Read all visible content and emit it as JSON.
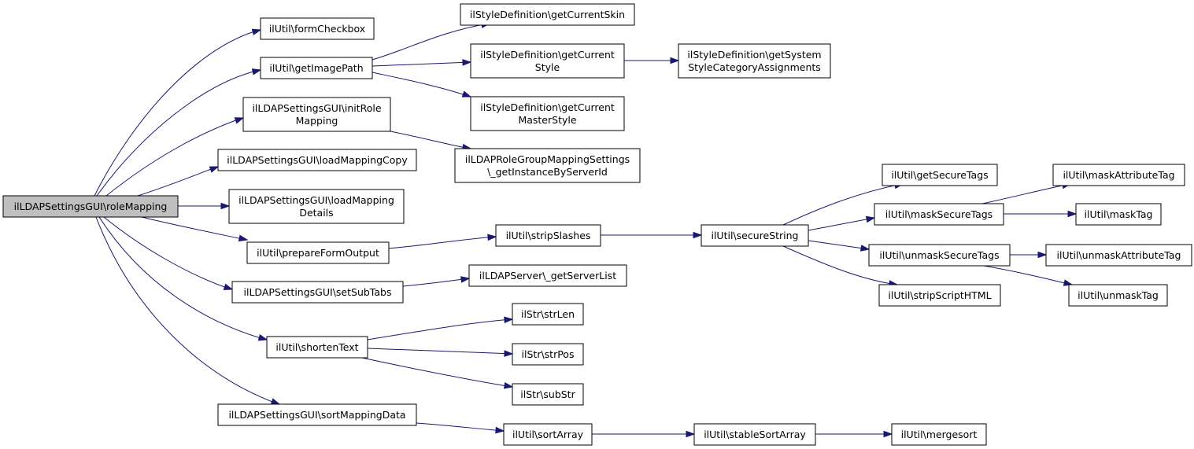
{
  "diagram": {
    "root": "ilLDAPSettingsGUI\\roleMapping",
    "nodes": [
      {
        "id": "root",
        "lines": [
          "ilLDAPSettingsGUI\\roleMapping"
        ]
      },
      {
        "id": "formCheckbox",
        "lines": [
          "ilUtil\\formCheckbox"
        ]
      },
      {
        "id": "getImagePath",
        "lines": [
          "ilUtil\\getImagePath"
        ]
      },
      {
        "id": "initRoleMapping",
        "lines": [
          "ilLDAPSettingsGUI\\initRole",
          "Mapping"
        ]
      },
      {
        "id": "loadMappingCopy",
        "lines": [
          "ilLDAPSettingsGUI\\loadMappingCopy"
        ]
      },
      {
        "id": "loadMappingDetails",
        "lines": [
          "ilLDAPSettingsGUI\\loadMapping",
          "Details"
        ]
      },
      {
        "id": "prepareFormOutput",
        "lines": [
          "ilUtil\\prepareFormOutput"
        ]
      },
      {
        "id": "setSubTabs",
        "lines": [
          "ilLDAPSettingsGUI\\setSubTabs"
        ]
      },
      {
        "id": "shortenText",
        "lines": [
          "ilUtil\\shortenText"
        ]
      },
      {
        "id": "sortMappingData",
        "lines": [
          "ilLDAPSettingsGUI\\sortMappingData"
        ]
      },
      {
        "id": "getCurrentSkin",
        "lines": [
          "ilStyleDefinition\\getCurrentSkin"
        ]
      },
      {
        "id": "getCurrentStyle",
        "lines": [
          "ilStyleDefinition\\getCurrent",
          "Style"
        ]
      },
      {
        "id": "getCurrentMasterStyle",
        "lines": [
          "ilStyleDefinition\\getCurrent",
          "MasterStyle"
        ]
      },
      {
        "id": "getSystemStyleCategoryAssignments",
        "lines": [
          "ilStyleDefinition\\getSystem",
          "StyleCategoryAssignments"
        ]
      },
      {
        "id": "getInstanceByServerId",
        "lines": [
          "ilLDAPRoleGroupMappingSettings",
          "\\_getInstanceByServerId"
        ]
      },
      {
        "id": "stripSlashes",
        "lines": [
          "ilUtil\\stripSlashes"
        ]
      },
      {
        "id": "secureString",
        "lines": [
          "ilUtil\\secureString"
        ]
      },
      {
        "id": "getSecureTags",
        "lines": [
          "ilUtil\\getSecureTags"
        ]
      },
      {
        "id": "maskSecureTags",
        "lines": [
          "ilUtil\\maskSecureTags"
        ]
      },
      {
        "id": "unmaskSecureTags",
        "lines": [
          "ilUtil\\unmaskSecureTags"
        ]
      },
      {
        "id": "stripScriptHTML",
        "lines": [
          "ilUtil\\stripScriptHTML"
        ]
      },
      {
        "id": "maskAttributeTag",
        "lines": [
          "ilUtil\\maskAttributeTag"
        ]
      },
      {
        "id": "maskTag",
        "lines": [
          "ilUtil\\maskTag"
        ]
      },
      {
        "id": "unmaskAttributeTag",
        "lines": [
          "ilUtil\\unmaskAttributeTag"
        ]
      },
      {
        "id": "unmaskTag",
        "lines": [
          "ilUtil\\unmaskTag"
        ]
      },
      {
        "id": "getServerList",
        "lines": [
          "ilLDAPServer\\_getServerList"
        ]
      },
      {
        "id": "strLen",
        "lines": [
          "ilStr\\strLen"
        ]
      },
      {
        "id": "strPos",
        "lines": [
          "ilStr\\strPos"
        ]
      },
      {
        "id": "subStr",
        "lines": [
          "ilStr\\subStr"
        ]
      },
      {
        "id": "sortArray",
        "lines": [
          "ilUtil\\sortArray"
        ]
      },
      {
        "id": "stableSortArray",
        "lines": [
          "ilUtil\\stableSortArray"
        ]
      },
      {
        "id": "mergesort",
        "lines": [
          "ilUtil\\mergesort"
        ]
      }
    ],
    "edges": [
      {
        "from": "root",
        "to": "formCheckbox"
      },
      {
        "from": "root",
        "to": "getImagePath"
      },
      {
        "from": "root",
        "to": "initRoleMapping"
      },
      {
        "from": "root",
        "to": "loadMappingCopy"
      },
      {
        "from": "root",
        "to": "loadMappingDetails"
      },
      {
        "from": "root",
        "to": "prepareFormOutput"
      },
      {
        "from": "root",
        "to": "setSubTabs"
      },
      {
        "from": "root",
        "to": "shortenText"
      },
      {
        "from": "root",
        "to": "sortMappingData"
      },
      {
        "from": "getImagePath",
        "to": "getCurrentSkin"
      },
      {
        "from": "getImagePath",
        "to": "getCurrentStyle"
      },
      {
        "from": "getImagePath",
        "to": "getCurrentMasterStyle"
      },
      {
        "from": "getCurrentStyle",
        "to": "getSystemStyleCategoryAssignments"
      },
      {
        "from": "initRoleMapping",
        "to": "getInstanceByServerId"
      },
      {
        "from": "prepareFormOutput",
        "to": "stripSlashes"
      },
      {
        "from": "stripSlashes",
        "to": "secureString"
      },
      {
        "from": "secureString",
        "to": "getSecureTags"
      },
      {
        "from": "secureString",
        "to": "maskSecureTags"
      },
      {
        "from": "secureString",
        "to": "unmaskSecureTags"
      },
      {
        "from": "secureString",
        "to": "stripScriptHTML"
      },
      {
        "from": "maskSecureTags",
        "to": "maskAttributeTag"
      },
      {
        "from": "maskSecureTags",
        "to": "maskTag"
      },
      {
        "from": "unmaskSecureTags",
        "to": "unmaskAttributeTag"
      },
      {
        "from": "unmaskSecureTags",
        "to": "unmaskTag"
      },
      {
        "from": "setSubTabs",
        "to": "getServerList"
      },
      {
        "from": "shortenText",
        "to": "strLen"
      },
      {
        "from": "shortenText",
        "to": "strPos"
      },
      {
        "from": "shortenText",
        "to": "subStr"
      },
      {
        "from": "sortMappingData",
        "to": "sortArray"
      },
      {
        "from": "sortArray",
        "to": "stableSortArray"
      },
      {
        "from": "stableSortArray",
        "to": "mergesort"
      }
    ],
    "colors": {
      "edge": "#191970",
      "root_fill": "#bfbfbf",
      "node_fill": "#ffffff",
      "node_stroke": "#000000"
    }
  }
}
